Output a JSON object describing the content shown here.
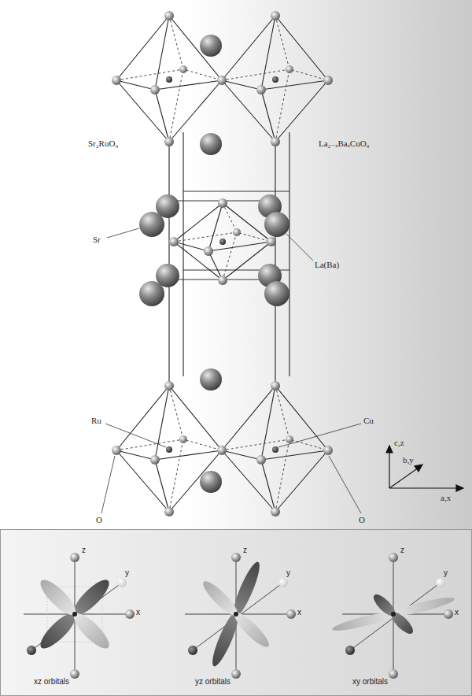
{
  "diagram": {
    "labels": [
      "Sr₂RuO₄",
      "La₂₋ₓBaₓCuO₄",
      "Sr",
      "La(Ba)",
      "Ru",
      "Cu",
      "O",
      "O",
      "c,z",
      "b,y",
      "a,x",
      "z",
      "y",
      "x",
      "xz orbitals",
      "z",
      "y",
      "x",
      "yz orbitals",
      "z",
      "y",
      "x",
      "xy orbitals"
    ]
  }
}
